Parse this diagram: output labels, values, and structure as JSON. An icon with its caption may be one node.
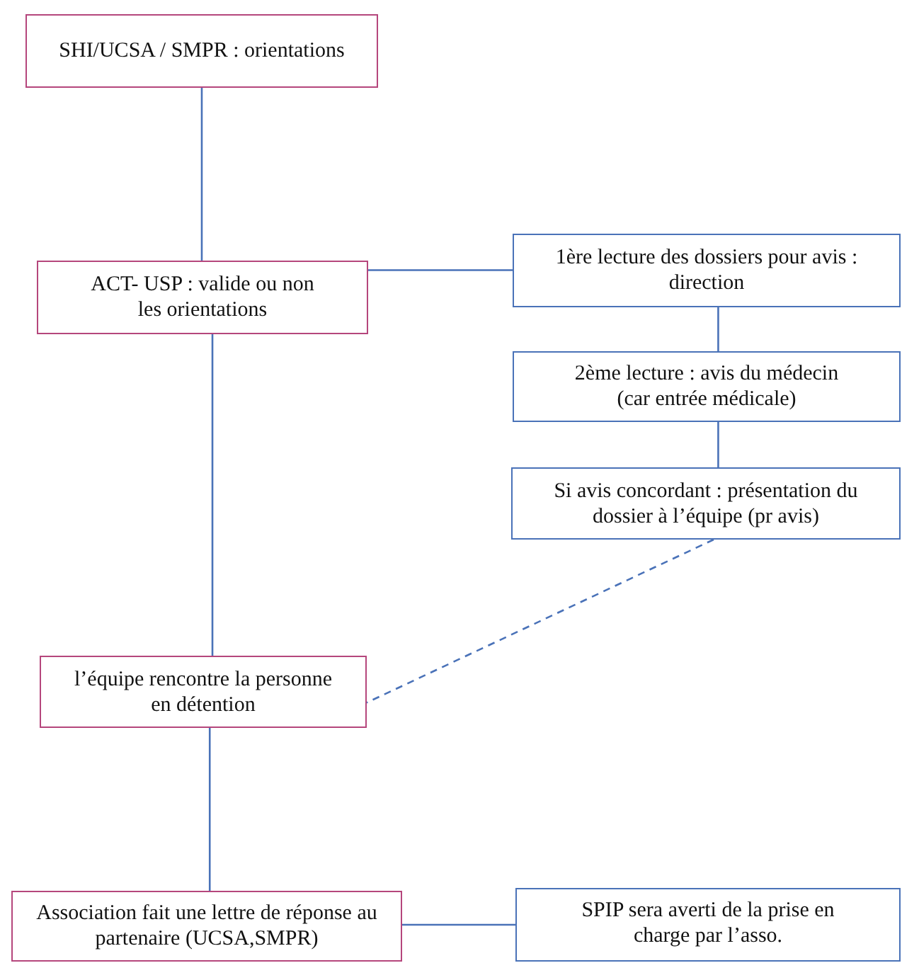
{
  "diagram": {
    "nodes": [
      {
        "text": [
          "SHI/UCSA / SMPR : orientations"
        ]
      },
      {
        "text": [
          "ACT- USP : valide ou non les orientations"
        ]
      },
      {
        "text": [
          "1ère lecture des dossiers pour avis : direction"
        ]
      },
      {
        "text": [
          "2ème lecture : avis du médecin (car entrée médicale)"
        ]
      },
      {
        "text": [
          "Si avis concordant : présentation du dossier à l’équipe (pr avis)"
        ]
      },
      {
        "text": [
          "l’équipe rencontre la personne en détention"
        ]
      },
      {
        "text": [
          "Association fait une lettre de réponse au partenaire (UCSA,SMPR)"
        ]
      },
      {
        "text": [
          "SPIP sera averti de la prise en charge par l’asso."
        ]
      }
    ],
    "edges": [
      {
        "from": 0,
        "to": 1,
        "arrow": "none"
      },
      {
        "from": 1,
        "to": 2,
        "arrow": "none"
      },
      {
        "from": 2,
        "to": 3,
        "arrow": "none"
      },
      {
        "from": 3,
        "to": 4,
        "arrow": "none"
      },
      {
        "from": 1,
        "to": 5,
        "arrow": "none"
      },
      {
        "from": 4,
        "to": 5,
        "arrow": "none",
        "style": "dashed"
      },
      {
        "from": 5,
        "to": 6,
        "arrow": "none"
      },
      {
        "from": 6,
        "to": 7,
        "arrow": "none"
      }
    ]
  }
}
